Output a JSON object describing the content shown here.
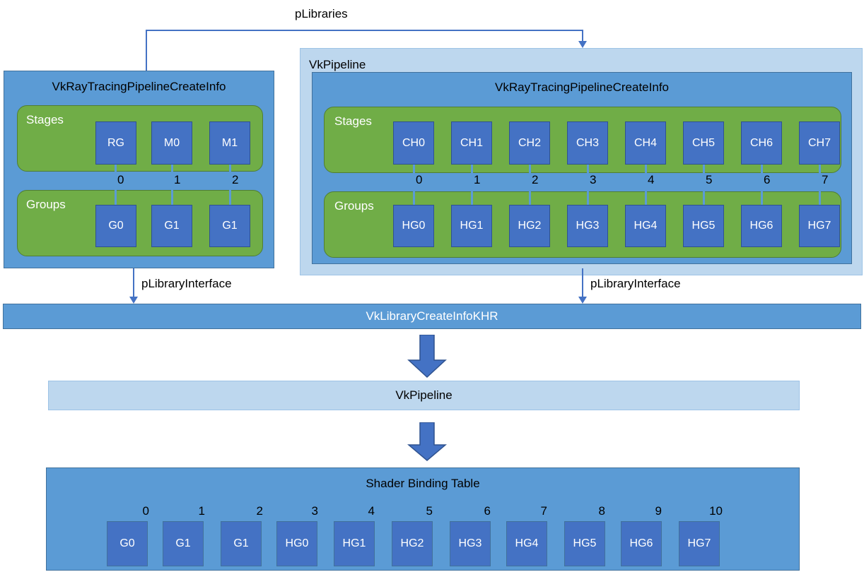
{
  "colors": {
    "panel_light": "#BDD7EE",
    "panel_blue": "#5B9BD5",
    "panel_green": "#70AD47",
    "node_blue": "#4472C4",
    "arrow_blue": "#4472C4",
    "text_light": "#FFFFFF",
    "text_dark": "#000000"
  },
  "edges": {
    "p_libraries": "pLibraries",
    "p_library_interface_left": "pLibraryInterface",
    "p_library_interface_right": "pLibraryInterface"
  },
  "library_panel": {
    "title": "VkRayTracingPipelineCreateInfo",
    "stages_label": "Stages",
    "groups_label": "Groups",
    "stages": [
      "RG",
      "M0",
      "M1"
    ],
    "groups": [
      "G0",
      "G1",
      "G1"
    ],
    "indices": [
      "0",
      "1",
      "2"
    ]
  },
  "pipeline_panel": {
    "outer_label": "VkPipeline",
    "title": "VkRayTracingPipelineCreateInfo",
    "stages_label": "Stages",
    "groups_label": "Groups",
    "stages": [
      "CH0",
      "CH1",
      "CH2",
      "CH3",
      "CH4",
      "CH5",
      "CH6",
      "CH7"
    ],
    "groups": [
      "HG0",
      "HG1",
      "HG2",
      "HG3",
      "HG4",
      "HG5",
      "HG6",
      "HG7"
    ],
    "indices": [
      "0",
      "1",
      "2",
      "3",
      "4",
      "5",
      "6",
      "7"
    ]
  },
  "library_create_info_bar": {
    "label": "VkLibraryCreateInfoKHR"
  },
  "pipeline_bar": {
    "label": "VkPipeline"
  },
  "shader_binding_table": {
    "title": "Shader Binding Table",
    "entries": [
      {
        "index": "0",
        "label": "G0"
      },
      {
        "index": "1",
        "label": "G1"
      },
      {
        "index": "2",
        "label": "G1"
      },
      {
        "index": "3",
        "label": "HG0"
      },
      {
        "index": "4",
        "label": "HG1"
      },
      {
        "index": "5",
        "label": "HG2"
      },
      {
        "index": "6",
        "label": "HG3"
      },
      {
        "index": "7",
        "label": "HG4"
      },
      {
        "index": "8",
        "label": "HG5"
      },
      {
        "index": "9",
        "label": "HG6"
      },
      {
        "index": "10",
        "label": "HG7"
      }
    ]
  }
}
